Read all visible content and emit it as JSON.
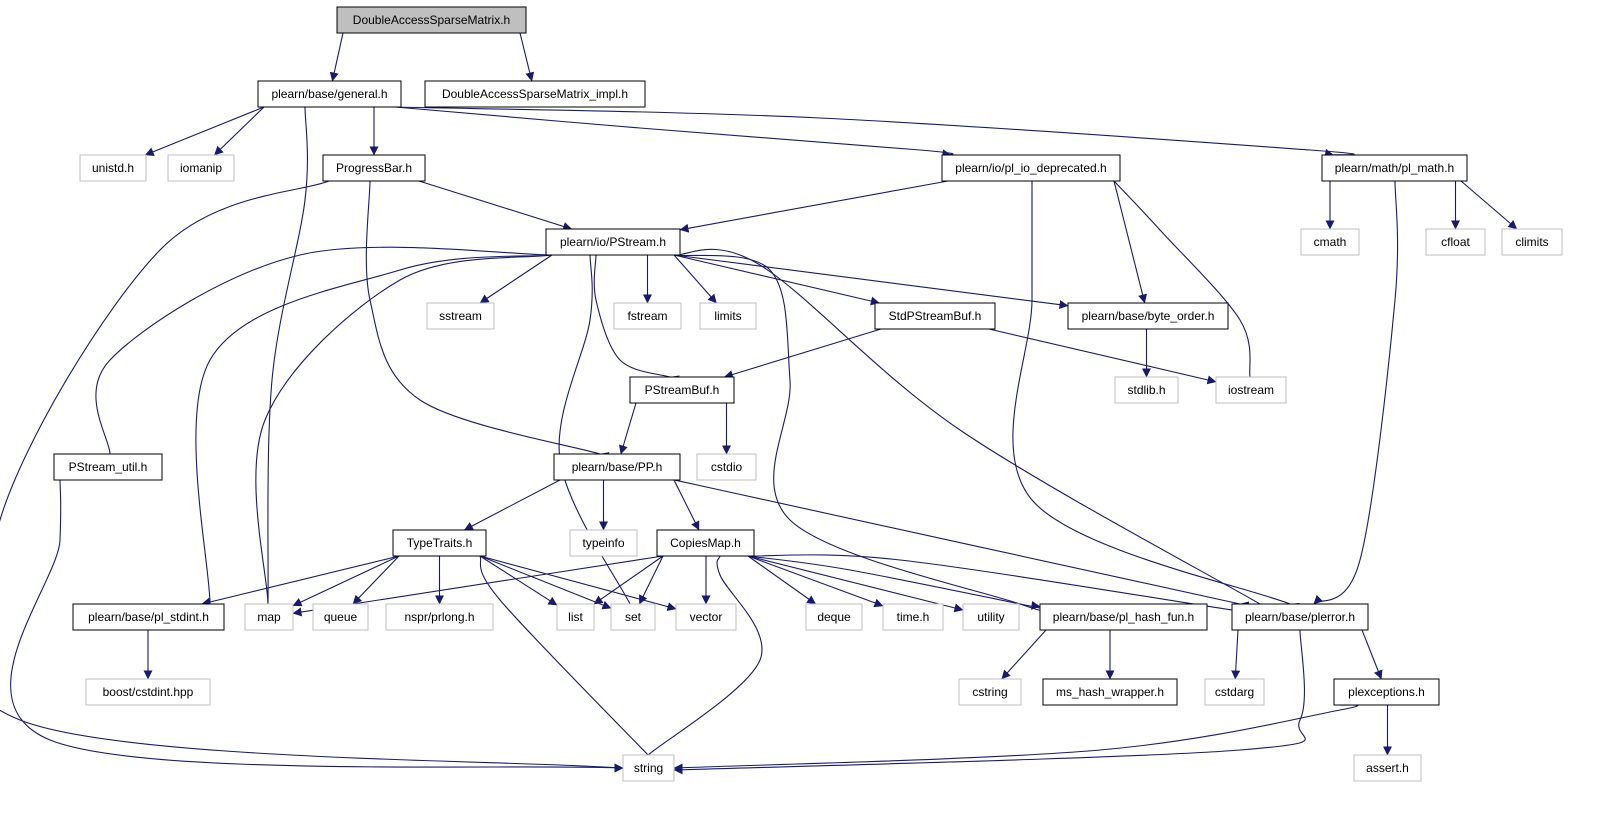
{
  "diagram": {
    "title": "",
    "colors": {
      "edge": "#191970",
      "documented_border": "#000000",
      "external_border": "#bfbfbf",
      "root_fill": "#bfbfbf",
      "node_fill": "#ffffff",
      "text": "#000000"
    },
    "nodes": [
      {
        "id": "root",
        "label": "DoubleAccessSparseMatrix.h",
        "kind": "root"
      },
      {
        "id": "general",
        "label": "plearn/base/general.h",
        "kind": "documented"
      },
      {
        "id": "impl",
        "label": "DoubleAccessSparseMatrix_impl.h",
        "kind": "documented"
      },
      {
        "id": "unistd",
        "label": "unistd.h",
        "kind": "external"
      },
      {
        "id": "iomanip",
        "label": "iomanip",
        "kind": "external"
      },
      {
        "id": "progressbar",
        "label": "ProgressBar.h",
        "kind": "documented"
      },
      {
        "id": "pliodep",
        "label": "plearn/io/pl_io_deprecated.h",
        "kind": "documented"
      },
      {
        "id": "plmath",
        "label": "plearn/math/pl_math.h",
        "kind": "documented"
      },
      {
        "id": "cmath",
        "label": "cmath",
        "kind": "external"
      },
      {
        "id": "cfloat",
        "label": "cfloat",
        "kind": "external"
      },
      {
        "id": "climits",
        "label": "climits",
        "kind": "external"
      },
      {
        "id": "pstream",
        "label": "plearn/io/PStream.h",
        "kind": "documented"
      },
      {
        "id": "sstream",
        "label": "sstream",
        "kind": "external"
      },
      {
        "id": "fstream",
        "label": "fstream",
        "kind": "external"
      },
      {
        "id": "limits",
        "label": "limits",
        "kind": "external"
      },
      {
        "id": "stdpstreambuf",
        "label": "StdPStreamBuf.h",
        "kind": "documented"
      },
      {
        "id": "byteorder",
        "label": "plearn/base/byte_order.h",
        "kind": "documented"
      },
      {
        "id": "pstreambuf",
        "label": "PStreamBuf.h",
        "kind": "documented"
      },
      {
        "id": "stdlib",
        "label": "stdlib.h",
        "kind": "external"
      },
      {
        "id": "iostream",
        "label": "iostream",
        "kind": "external"
      },
      {
        "id": "pstreamutil",
        "label": "PStream_util.h",
        "kind": "documented"
      },
      {
        "id": "pp",
        "label": "plearn/base/PP.h",
        "kind": "documented"
      },
      {
        "id": "cstdio",
        "label": "cstdio",
        "kind": "external"
      },
      {
        "id": "typetraits",
        "label": "TypeTraits.h",
        "kind": "documented"
      },
      {
        "id": "typeinfo",
        "label": "typeinfo",
        "kind": "external"
      },
      {
        "id": "copiesmap",
        "label": "CopiesMap.h",
        "kind": "documented"
      },
      {
        "id": "plstdint",
        "label": "plearn/base/pl_stdint.h",
        "kind": "documented"
      },
      {
        "id": "map",
        "label": "map",
        "kind": "external"
      },
      {
        "id": "queue",
        "label": "queue",
        "kind": "external"
      },
      {
        "id": "prlong",
        "label": "nspr/prlong.h",
        "kind": "external"
      },
      {
        "id": "list",
        "label": "list",
        "kind": "external"
      },
      {
        "id": "set",
        "label": "set",
        "kind": "external"
      },
      {
        "id": "vector",
        "label": "vector",
        "kind": "external"
      },
      {
        "id": "deque",
        "label": "deque",
        "kind": "external"
      },
      {
        "id": "timeh",
        "label": "time.h",
        "kind": "external"
      },
      {
        "id": "utility",
        "label": "utility",
        "kind": "external"
      },
      {
        "id": "plhashfun",
        "label": "plearn/base/pl_hash_fun.h",
        "kind": "documented"
      },
      {
        "id": "plerror",
        "label": "plearn/base/plerror.h",
        "kind": "documented"
      },
      {
        "id": "cstdint",
        "label": "boost/cstdint.hpp",
        "kind": "external"
      },
      {
        "id": "cstring",
        "label": "cstring",
        "kind": "external"
      },
      {
        "id": "mshash",
        "label": "ms_hash_wrapper.h",
        "kind": "documented"
      },
      {
        "id": "cstdarg",
        "label": "cstdarg",
        "kind": "external"
      },
      {
        "id": "plexceptions",
        "label": "plexceptions.h",
        "kind": "documented"
      },
      {
        "id": "string",
        "label": "string",
        "kind": "external"
      },
      {
        "id": "asserth",
        "label": "assert.h",
        "kind": "external"
      }
    ],
    "edges": [
      [
        "root",
        "general"
      ],
      [
        "root",
        "impl"
      ],
      [
        "general",
        "unistd"
      ],
      [
        "general",
        "iomanip"
      ],
      [
        "general",
        "map"
      ],
      [
        "general",
        "progressbar"
      ],
      [
        "general",
        "pliodep"
      ],
      [
        "general",
        "plmath"
      ],
      [
        "progressbar",
        "string"
      ],
      [
        "progressbar",
        "pp"
      ],
      [
        "progressbar",
        "pstream"
      ],
      [
        "pliodep",
        "pstream"
      ],
      [
        "pliodep",
        "byteorder"
      ],
      [
        "pliodep",
        "iostream"
      ],
      [
        "pliodep",
        "plerror"
      ],
      [
        "plmath",
        "cmath"
      ],
      [
        "plmath",
        "cfloat"
      ],
      [
        "plmath",
        "climits"
      ],
      [
        "plmath",
        "plerror"
      ],
      [
        "pstream",
        "pstreamutil"
      ],
      [
        "pstream",
        "plstdint"
      ],
      [
        "pstream",
        "map"
      ],
      [
        "pstream",
        "sstream"
      ],
      [
        "pstream",
        "set"
      ],
      [
        "pstream",
        "pstreambuf"
      ],
      [
        "pstream",
        "fstream"
      ],
      [
        "pstream",
        "limits"
      ],
      [
        "pstream",
        "stdpstreambuf"
      ],
      [
        "pstream",
        "byteorder"
      ],
      [
        "pstream",
        "plhashfun"
      ],
      [
        "pstream",
        "plerror"
      ],
      [
        "stdpstreambuf",
        "pstreambuf"
      ],
      [
        "stdpstreambuf",
        "iostream"
      ],
      [
        "byteorder",
        "stdlib"
      ],
      [
        "pstreambuf",
        "pp"
      ],
      [
        "pstreambuf",
        "cstdio"
      ],
      [
        "pstreamutil",
        "string"
      ],
      [
        "pp",
        "typetraits"
      ],
      [
        "pp",
        "typeinfo"
      ],
      [
        "pp",
        "copiesmap"
      ],
      [
        "pp",
        "plerror"
      ],
      [
        "typetraits",
        "plstdint"
      ],
      [
        "typetraits",
        "map"
      ],
      [
        "typetraits",
        "queue"
      ],
      [
        "typetraits",
        "prlong"
      ],
      [
        "typetraits",
        "list"
      ],
      [
        "typetraits",
        "set"
      ],
      [
        "typetraits",
        "vector"
      ],
      [
        "typetraits",
        "string"
      ],
      [
        "copiesmap",
        "map"
      ],
      [
        "copiesmap",
        "list"
      ],
      [
        "copiesmap",
        "set"
      ],
      [
        "copiesmap",
        "vector"
      ],
      [
        "copiesmap",
        "deque"
      ],
      [
        "copiesmap",
        "timeh"
      ],
      [
        "copiesmap",
        "utility"
      ],
      [
        "copiesmap",
        "plhashfun"
      ],
      [
        "copiesmap",
        "plerror"
      ],
      [
        "copiesmap",
        "string"
      ],
      [
        "plstdint",
        "cstdint"
      ],
      [
        "plhashfun",
        "cstring"
      ],
      [
        "plhashfun",
        "mshash"
      ],
      [
        "plerror",
        "cstdarg"
      ],
      [
        "plerror",
        "plexceptions"
      ],
      [
        "plerror",
        "string"
      ],
      [
        "plexceptions",
        "string"
      ],
      [
        "plexceptions",
        "asserth"
      ]
    ]
  }
}
